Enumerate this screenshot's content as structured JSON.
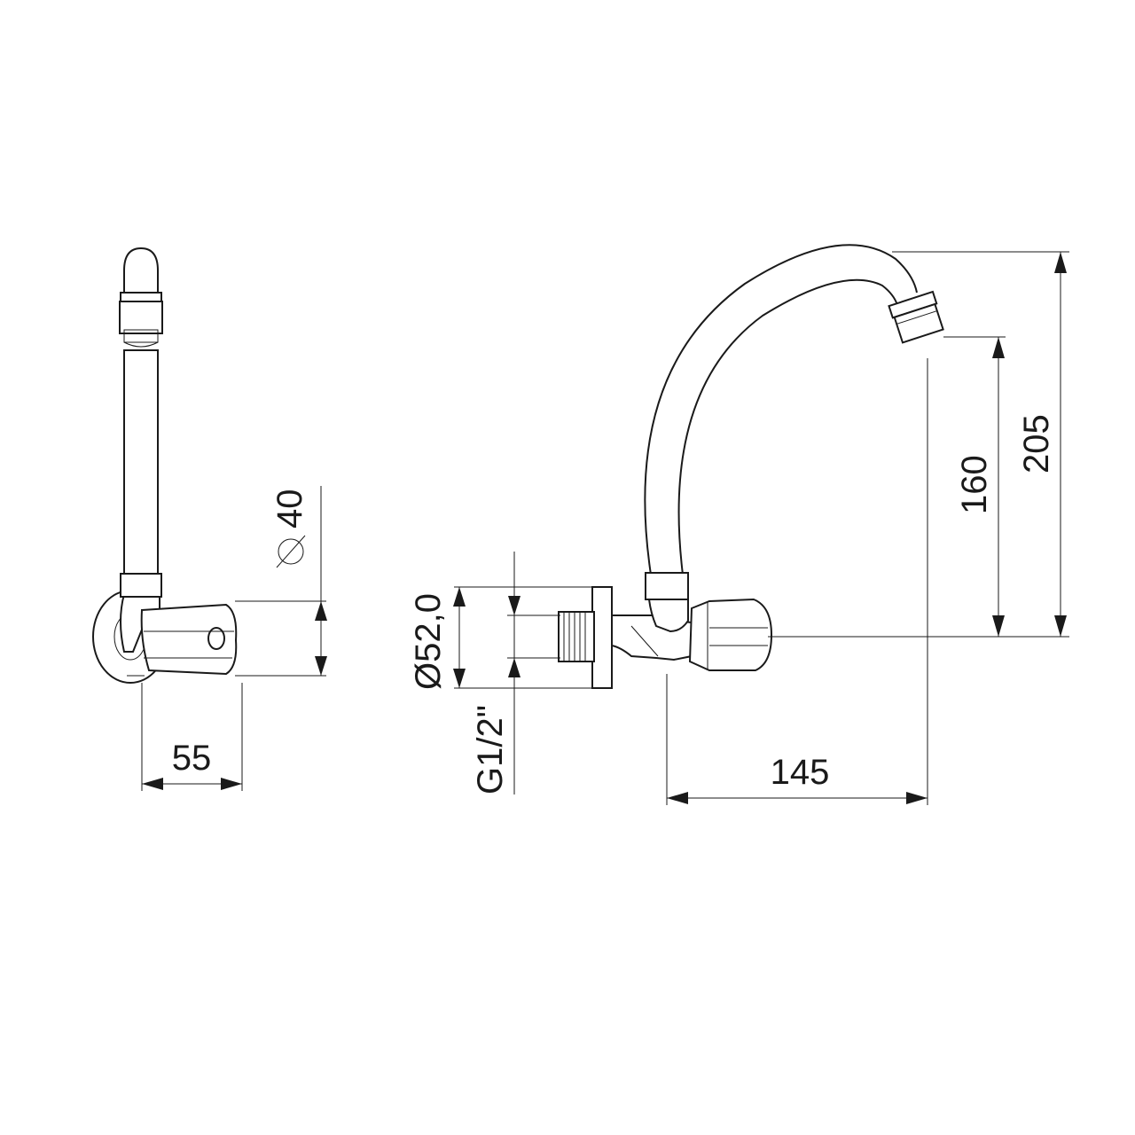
{
  "dimensions": {
    "side_diameter": "40",
    "side_depth": "55",
    "flange_diameter": "52,0",
    "thread": "G1/2\"",
    "reach": "145",
    "spout_height": "160",
    "total_height": "205"
  },
  "symbols": {
    "diameter": "Ø"
  },
  "colors": {
    "line": "#1a1a1a",
    "background": "#ffffff"
  }
}
